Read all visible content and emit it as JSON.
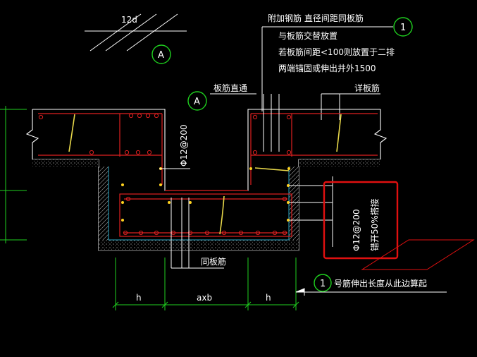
{
  "labels": {
    "detail_12d": "12d",
    "section_mark": "A",
    "note_line1": "附加钢筋 直径间距同板筋",
    "note_line2": "与板筋交替放置",
    "note_line3": "若板筋间距<100则放置于二排",
    "note_line4": "两端锚固或伸出井外1500",
    "callout_number": "1",
    "slab_rebar_straight": "板筋直通",
    "detail_rebar": "详板筋",
    "stirrup_spec": "Φ12@200",
    "same_slab_rebar": "同板筋",
    "boxed_spec": "Φ12@200",
    "boxed_note": "错开50%搭接",
    "dim_h_left": "h",
    "dim_axb": "axb",
    "dim_h_right": "h",
    "extension_note": "号筋伸出长度从此边算起"
  },
  "colors": {
    "background": "#000000",
    "rebar": "#e02020",
    "outline": "#ffffff",
    "highlight_box": "#e01010",
    "dimension": "#1fd01f",
    "concrete_edge": "#2aa7c6",
    "rebar_dot": "#ffd21f"
  }
}
